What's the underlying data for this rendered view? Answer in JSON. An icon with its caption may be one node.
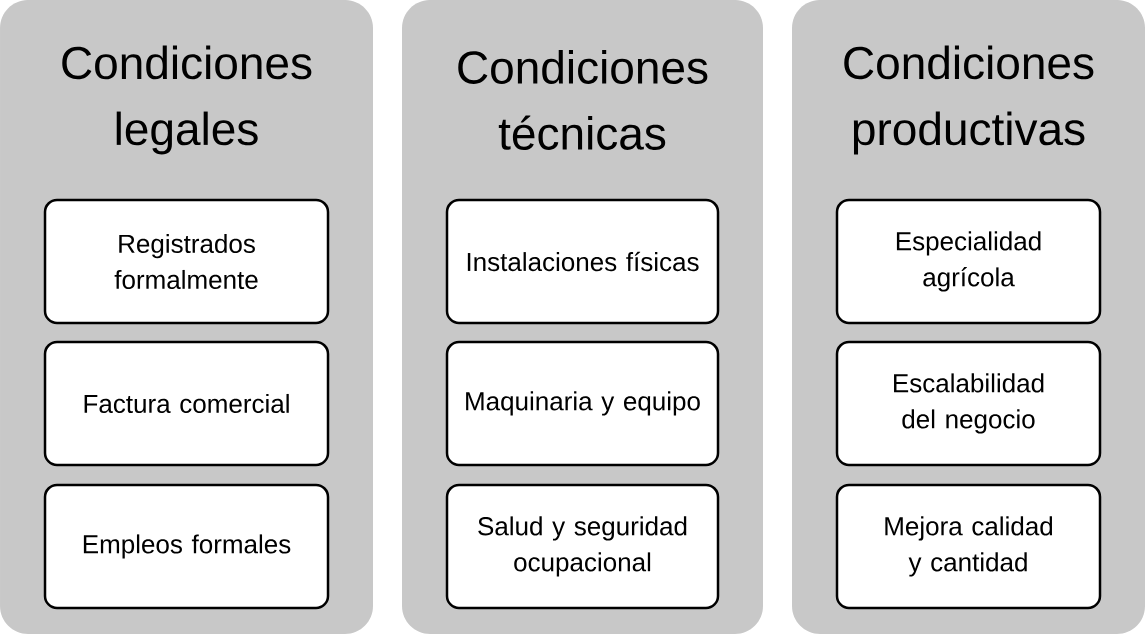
{
  "diagram": {
    "nodes": [
      {
        "text": [
          "Condiciones legales"
        ]
      },
      {
        "text": [
          "Registrados formalmente"
        ],
        "in": 0
      },
      {
        "text": [
          "Factura comercial"
        ],
        "in": 0
      },
      {
        "text": [
          "Empleos formales"
        ],
        "in": 0
      },
      {
        "text": [
          "Condiciones técnicas"
        ]
      },
      {
        "text": [
          "Instalaciones físicas"
        ],
        "in": 4
      },
      {
        "text": [
          "Maquinaria y equipo"
        ],
        "in": 4
      },
      {
        "text": [
          "Salud y seguridad ocupacional"
        ],
        "in": 4
      },
      {
        "text": [
          "Condiciones productivas"
        ]
      },
      {
        "text": [
          "Especialidad agrícola"
        ],
        "in": 8
      },
      {
        "text": [
          "Escalabilidad del negocio"
        ],
        "in": 8
      },
      {
        "text": [
          "Mejora calidad y cantidad"
        ],
        "in": 8
      }
    ]
  }
}
